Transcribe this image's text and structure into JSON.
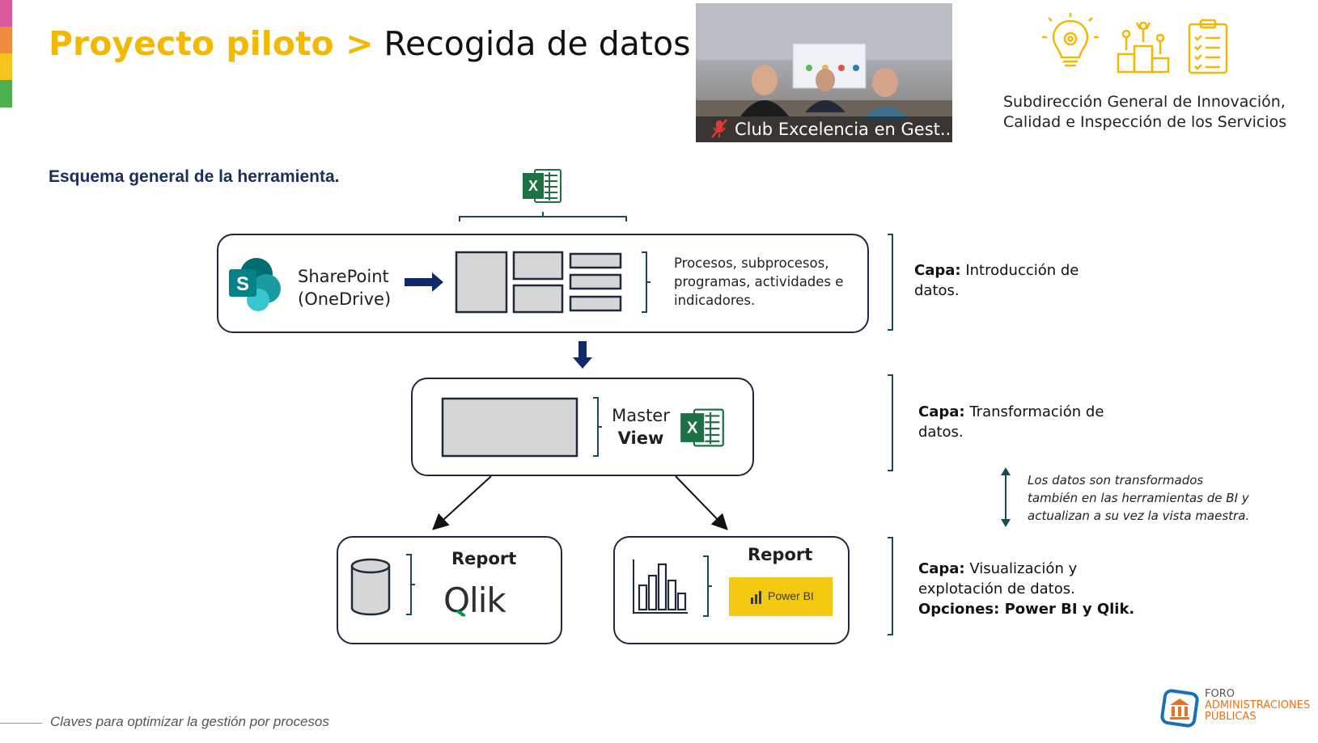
{
  "title": {
    "highlight": "Proyecto piloto >",
    "rest": "Recogida de datos"
  },
  "subtitle": "Esquema general de la herramienta.",
  "organization": {
    "line1": "Subdirección General de Innovación,",
    "line2": "Calidad e Inspección de los Servicios"
  },
  "video": {
    "participant_label": "Club Excelencia en Gest..."
  },
  "diagram": {
    "sharepoint": {
      "line1": "SharePoint",
      "line2": "(OneDrive)"
    },
    "content_desc": {
      "line1": "Procesos, subprocesos,",
      "line2": "programas, actividades e",
      "line3": "indicadores."
    },
    "master": {
      "line1": "Master",
      "line2": "View"
    },
    "report_left": {
      "title": "Report",
      "logo": "Qlik"
    },
    "report_right": {
      "title": "Report",
      "logo": "Power BI"
    }
  },
  "layers": [
    {
      "bold": "Capa:",
      "text1": " Introducción de",
      "text2": "datos."
    },
    {
      "bold": "Capa:",
      "text1": " Transformación de",
      "text2": "datos."
    },
    {
      "bold": "Capa:",
      "text1": " Visualización y",
      "text2": "explotación de datos.",
      "text3": "Opciones: Power BI y Qlik."
    }
  ],
  "transform_note": {
    "line1": "Los datos son transformados",
    "line2": "también en las herramientas de BI y",
    "line3": "actualizan a su vez la vista maestra."
  },
  "footer": "Claves para optimizar la gestión por procesos",
  "foro_logo": {
    "line1": "FORO",
    "line2": "ADMINISTRACIONES",
    "line3": "PÚBLICAS"
  },
  "colors": {
    "accent_yellow": "#f3b800",
    "navy": "#1a2f5a",
    "excel_green": "#1e7145",
    "powerbi_yellow": "#f2c811",
    "foro_orange": "#e8731c",
    "foro_blue": "#1b6fb5"
  },
  "icons": [
    "lightbulb-gear-icon",
    "podium-people-icon",
    "clipboard-checklist-icon",
    "excel-icon",
    "sharepoint-icon",
    "database-icon",
    "bar-chart-icon"
  ]
}
